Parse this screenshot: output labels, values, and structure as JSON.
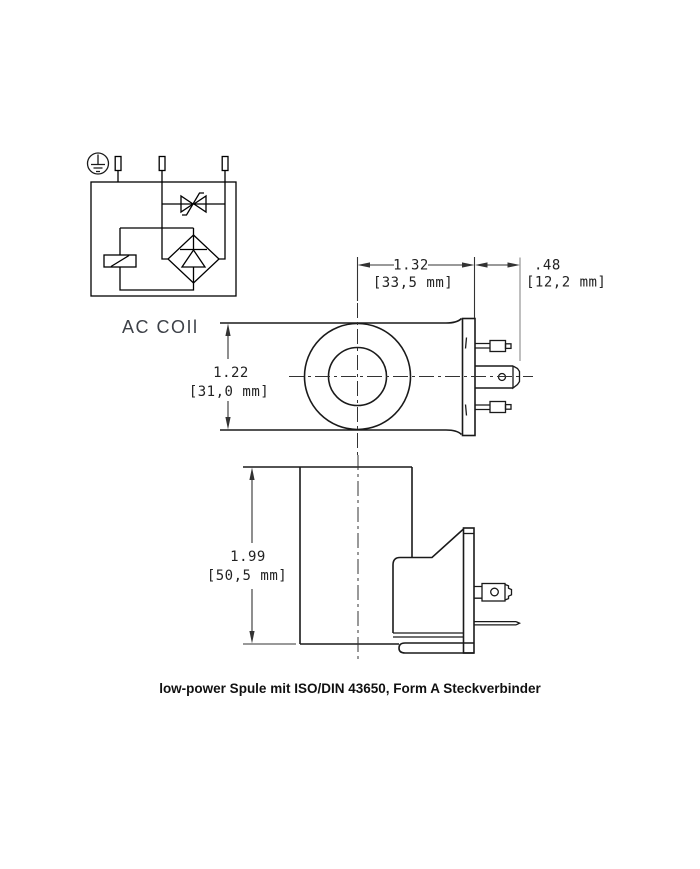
{
  "schematic": {
    "label": "AC COIl",
    "icons": [
      "protective-earth-icon",
      "terminal-pin",
      "tvs-diode-icon",
      "bridge-rectifier-icon",
      "coil-winding-icon"
    ]
  },
  "views": {
    "top": {
      "dim_width_body_in": "1.32",
      "dim_width_body_mm": "[33,5 mm]",
      "dim_width_conn_in": ".48",
      "dim_width_conn_mm": "[12,2 mm]",
      "dim_height_in": "1.22",
      "dim_height_mm": "[31,0 mm]"
    },
    "side": {
      "dim_height_in": "1.99",
      "dim_height_mm": "[50,5 mm]"
    }
  },
  "caption": "low-power Spule mit ISO/DIN 43650, Form A Steckverbinder",
  "colors": {
    "background": "#ffffff",
    "drawing_line": "#1a1a1a",
    "dimension_line": "#333333",
    "extension_line_gray": "#8a8a8a",
    "schematic_label": "#3d4148",
    "caption_text": "#111111"
  }
}
